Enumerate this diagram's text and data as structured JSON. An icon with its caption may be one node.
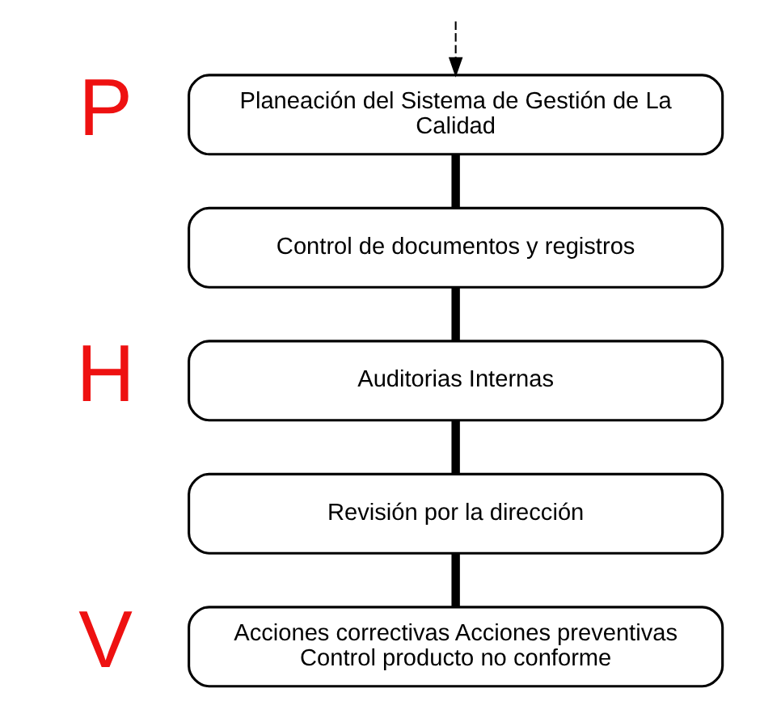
{
  "diagram": {
    "nodes": [
      {
        "text": [
          "Planeación del Sistema de Gestión de La Calidad"
        ],
        "beside": [
          "P"
        ]
      },
      {
        "text": [
          "Control de documentos y registros"
        ]
      },
      {
        "text": [
          "Auditorias Internas"
        ],
        "beside": [
          "H"
        ]
      },
      {
        "text": [
          "Revisión por la dirección"
        ]
      },
      {
        "text": [
          "Acciones correctivas Acciones preventivas Control producto no conforme"
        ],
        "beside": [
          "V"
        ]
      }
    ],
    "edges": [
      {
        "from": null,
        "to": 0,
        "arrow": "to",
        "style": "dashed"
      },
      {
        "from": 0,
        "to": 1,
        "arrow": "none"
      },
      {
        "from": 1,
        "to": 2,
        "arrow": "none"
      },
      {
        "from": 2,
        "to": 3,
        "arrow": "none"
      },
      {
        "from": 3,
        "to": 4,
        "arrow": "none"
      }
    ]
  }
}
